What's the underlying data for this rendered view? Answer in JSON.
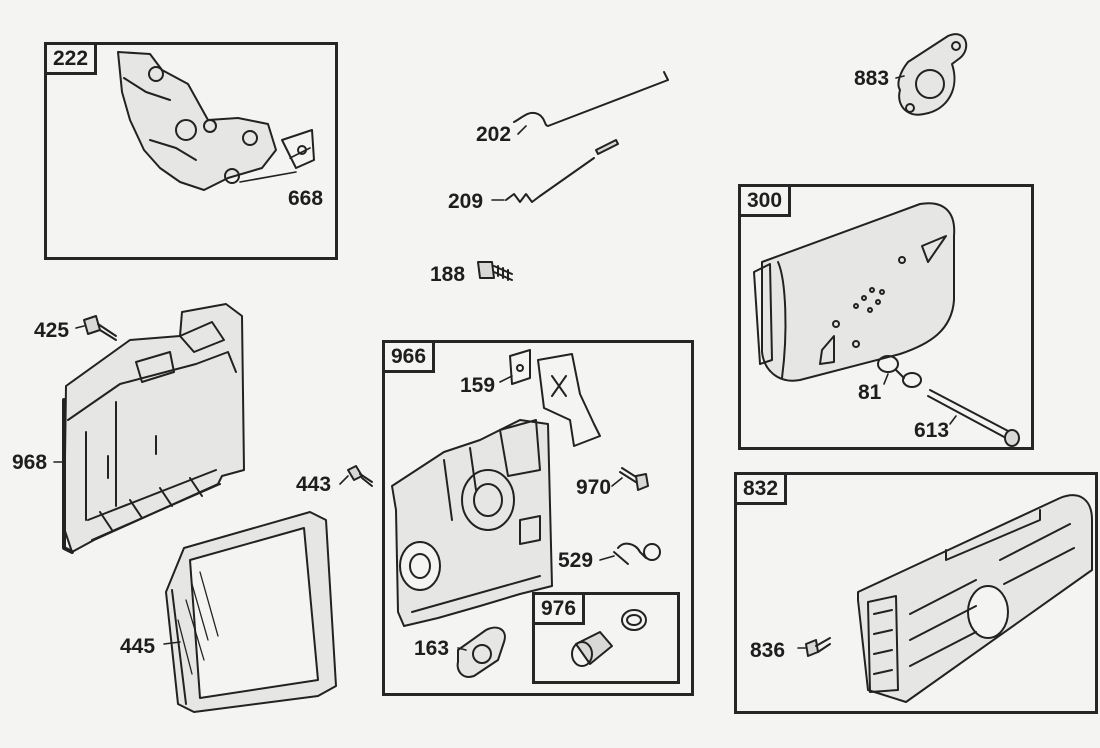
{
  "boxes": {
    "b222": "222",
    "b300": "300",
    "b966": "966",
    "b976": "976",
    "b832": "832"
  },
  "labels": {
    "l668": "668",
    "l202": "202",
    "l209": "209",
    "l188": "188",
    "l883": "883",
    "l425": "425",
    "l968": "968",
    "l445": "445",
    "l443": "443",
    "l159": "159",
    "l970": "970",
    "l529": "529",
    "l163": "163",
    "l81": "81",
    "l613": "613",
    "l836": "836"
  }
}
